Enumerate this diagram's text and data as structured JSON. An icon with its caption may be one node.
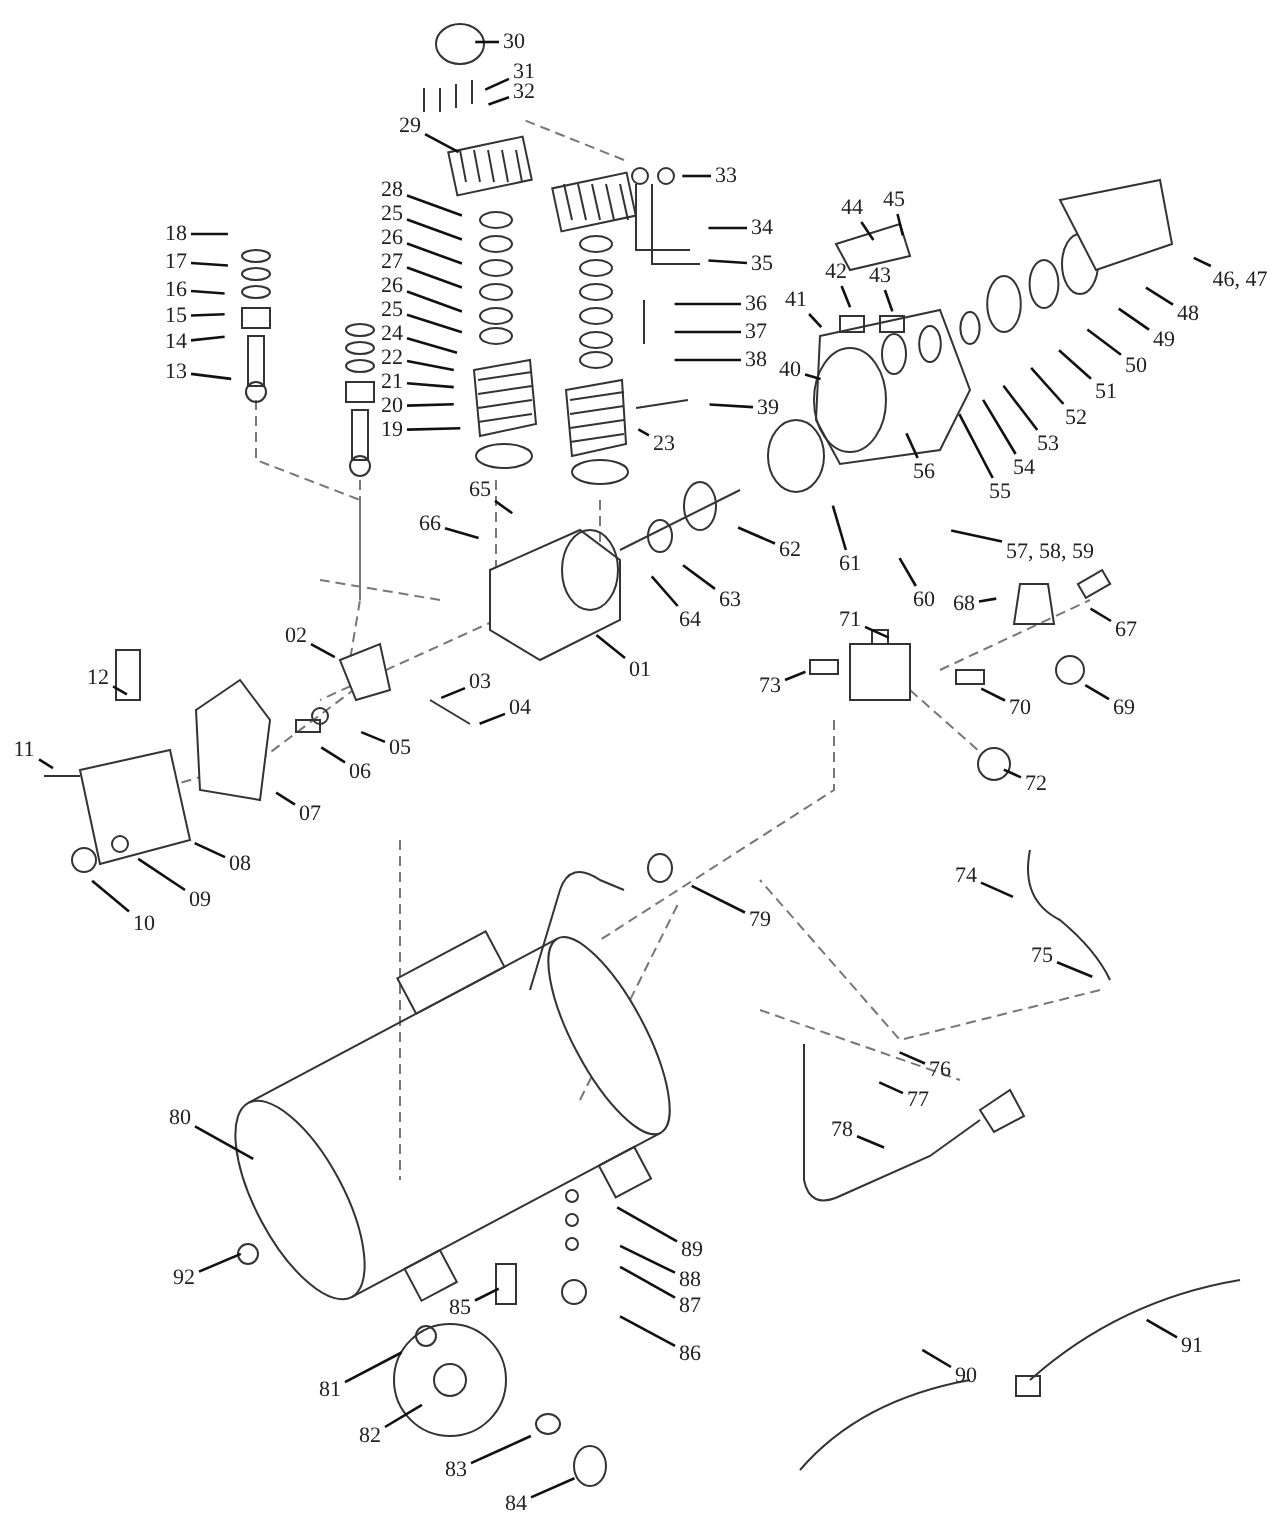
{
  "diagram": {
    "nodes": [
      {
        "text": [
          "30"
        ]
      },
      {
        "text": [
          "31"
        ]
      },
      {
        "text": [
          "32"
        ]
      },
      {
        "text": [
          "29"
        ]
      },
      {
        "text": [
          "33"
        ]
      },
      {
        "text": [
          "34"
        ]
      },
      {
        "text": [
          "35"
        ]
      },
      {
        "text": [
          "28"
        ]
      },
      {
        "text": [
          "25"
        ]
      },
      {
        "text": [
          "26"
        ]
      },
      {
        "text": [
          "27"
        ]
      },
      {
        "text": [
          "26"
        ]
      },
      {
        "text": [
          "25"
        ]
      },
      {
        "text": [
          "24"
        ]
      },
      {
        "text": [
          "22"
        ]
      },
      {
        "text": [
          "21"
        ]
      },
      {
        "text": [
          "20"
        ]
      },
      {
        "text": [
          "19"
        ]
      },
      {
        "text": [
          "23"
        ]
      },
      {
        "text": [
          "36"
        ]
      },
      {
        "text": [
          "37"
        ]
      },
      {
        "text": [
          "38"
        ]
      },
      {
        "text": [
          "39"
        ]
      },
      {
        "text": [
          "18"
        ]
      },
      {
        "text": [
          "17"
        ]
      },
      {
        "text": [
          "16"
        ]
      },
      {
        "text": [
          "15"
        ]
      },
      {
        "text": [
          "14"
        ]
      },
      {
        "text": [
          "13"
        ]
      },
      {
        "text": [
          "65"
        ]
      },
      {
        "text": [
          "66"
        ]
      },
      {
        "text": [
          "41"
        ]
      },
      {
        "text": [
          "40"
        ]
      },
      {
        "text": [
          "42"
        ]
      },
      {
        "text": [
          "43"
        ]
      },
      {
        "text": [
          "44"
        ]
      },
      {
        "text": [
          "45"
        ]
      },
      {
        "text": [
          "46, 47"
        ]
      },
      {
        "text": [
          "48"
        ]
      },
      {
        "text": [
          "49"
        ]
      },
      {
        "text": [
          "50"
        ]
      },
      {
        "text": [
          "51"
        ]
      },
      {
        "text": [
          "52"
        ]
      },
      {
        "text": [
          "53"
        ]
      },
      {
        "text": [
          "54"
        ]
      },
      {
        "text": [
          "55"
        ]
      },
      {
        "text": [
          "56"
        ]
      },
      {
        "text": [
          "57, 58, 59"
        ]
      },
      {
        "text": [
          "60"
        ]
      },
      {
        "text": [
          "61"
        ]
      },
      {
        "text": [
          "62"
        ]
      },
      {
        "text": [
          "63"
        ]
      },
      {
        "text": [
          "64"
        ]
      },
      {
        "text": [
          "01"
        ]
      },
      {
        "text": [
          "02"
        ]
      },
      {
        "text": [
          "03"
        ]
      },
      {
        "text": [
          "04"
        ]
      },
      {
        "text": [
          "05"
        ]
      },
      {
        "text": [
          "06"
        ]
      },
      {
        "text": [
          "07"
        ]
      },
      {
        "text": [
          "08"
        ]
      },
      {
        "text": [
          "09"
        ]
      },
      {
        "text": [
          "10"
        ]
      },
      {
        "text": [
          "11"
        ]
      },
      {
        "text": [
          "12"
        ]
      },
      {
        "text": [
          "68"
        ]
      },
      {
        "text": [
          "67"
        ]
      },
      {
        "text": [
          "69"
        ]
      },
      {
        "text": [
          "71"
        ]
      },
      {
        "text": [
          "70"
        ]
      },
      {
        "text": [
          "73"
        ]
      },
      {
        "text": [
          "72"
        ]
      },
      {
        "text": [
          "79"
        ]
      },
      {
        "text": [
          "74"
        ]
      },
      {
        "text": [
          "75"
        ]
      },
      {
        "text": [
          "76"
        ]
      },
      {
        "text": [
          "77"
        ]
      },
      {
        "text": [
          "78"
        ]
      },
      {
        "text": [
          "80"
        ]
      },
      {
        "text": [
          "92"
        ]
      },
      {
        "text": [
          "85"
        ]
      },
      {
        "text": [
          "89"
        ]
      },
      {
        "text": [
          "88"
        ]
      },
      {
        "text": [
          "87"
        ]
      },
      {
        "text": [
          "86"
        ]
      },
      {
        "text": [
          "81"
        ]
      },
      {
        "text": [
          "82"
        ]
      },
      {
        "text": [
          "83"
        ]
      },
      {
        "text": [
          "84"
        ]
      },
      {
        "text": [
          "90"
        ]
      },
      {
        "text": [
          "91"
        ]
      }
    ],
    "edges": [
      {
        "from": 0,
        "to": null,
        "arrow": "none"
      },
      {
        "from": 1,
        "to": null,
        "arrow": "none"
      },
      {
        "from": 2,
        "to": null,
        "arrow": "none"
      },
      {
        "from": 3,
        "to": null,
        "arrow": "none"
      },
      {
        "from": 4,
        "to": null,
        "arrow": "none"
      },
      {
        "from": 5,
        "to": null,
        "arrow": "none"
      },
      {
        "from": 6,
        "to": null,
        "arrow": "none"
      },
      {
        "from": 7,
        "to": null,
        "arrow": "none"
      },
      {
        "from": 8,
        "to": null,
        "arrow": "none"
      },
      {
        "from": 9,
        "to": null,
        "arrow": "none"
      },
      {
        "from": 10,
        "to": null,
        "arrow": "none"
      },
      {
        "from": 11,
        "to": null,
        "arrow": "none"
      },
      {
        "from": 12,
        "to": null,
        "arrow": "none"
      },
      {
        "from": 13,
        "to": null,
        "arrow": "none"
      },
      {
        "from": 14,
        "to": null,
        "arrow": "none"
      },
      {
        "from": 15,
        "to": null,
        "arrow": "none"
      },
      {
        "from": 16,
        "to": null,
        "arrow": "none"
      },
      {
        "from": 17,
        "to": null,
        "arrow": "none"
      },
      {
        "from": 18,
        "to": null,
        "arrow": "none"
      },
      {
        "from": 19,
        "to": null,
        "arrow": "none"
      },
      {
        "from": 20,
        "to": null,
        "arrow": "none"
      },
      {
        "from": 21,
        "to": null,
        "arrow": "none"
      },
      {
        "from": 22,
        "to": null,
        "arrow": "none"
      },
      {
        "from": 23,
        "to": null,
        "arrow": "none"
      },
      {
        "from": 24,
        "to": null,
        "arrow": "none"
      },
      {
        "from": 25,
        "to": null,
        "arrow": "none"
      },
      {
        "from": 26,
        "to": null,
        "arrow": "none"
      },
      {
        "from": 27,
        "to": null,
        "arrow": "none"
      },
      {
        "from": 28,
        "to": null,
        "arrow": "none"
      },
      {
        "from": 29,
        "to": null,
        "arrow": "none"
      },
      {
        "from": 30,
        "to": null,
        "arrow": "none"
      },
      {
        "from": 31,
        "to": null,
        "arrow": "none"
      },
      {
        "from": 32,
        "to": null,
        "arrow": "none"
      },
      {
        "from": 33,
        "to": null,
        "arrow": "none"
      },
      {
        "from": 34,
        "to": null,
        "arrow": "none"
      },
      {
        "from": 35,
        "to": null,
        "arrow": "none"
      },
      {
        "from": 36,
        "to": null,
        "arrow": "none"
      },
      {
        "from": 37,
        "to": null,
        "arrow": "none"
      },
      {
        "from": 38,
        "to": null,
        "arrow": "none"
      },
      {
        "from": 39,
        "to": null,
        "arrow": "none"
      },
      {
        "from": 40,
        "to": null,
        "arrow": "none"
      },
      {
        "from": 41,
        "to": null,
        "arrow": "none"
      },
      {
        "from": 42,
        "to": null,
        "arrow": "none"
      },
      {
        "from": 43,
        "to": null,
        "arrow": "none"
      },
      {
        "from": 44,
        "to": null,
        "arrow": "none"
      },
      {
        "from": 45,
        "to": null,
        "arrow": "none"
      },
      {
        "from": 46,
        "to": null,
        "arrow": "none"
      },
      {
        "from": 47,
        "to": null,
        "arrow": "none"
      },
      {
        "from": 48,
        "to": null,
        "arrow": "none"
      },
      {
        "from": 49,
        "to": null,
        "arrow": "none"
      },
      {
        "from": 50,
        "to": null,
        "arrow": "none"
      },
      {
        "from": 51,
        "to": null,
        "arrow": "none"
      },
      {
        "from": 52,
        "to": null,
        "arrow": "none"
      },
      {
        "from": 53,
        "to": null,
        "arrow": "none"
      },
      {
        "from": 54,
        "to": null,
        "arrow": "none"
      },
      {
        "from": 55,
        "to": null,
        "arrow": "none"
      },
      {
        "from": 56,
        "to": null,
        "arrow": "none"
      },
      {
        "from": 57,
        "to": null,
        "arrow": "none"
      },
      {
        "from": 58,
        "to": null,
        "arrow": "none"
      },
      {
        "from": 59,
        "to": null,
        "arrow": "none"
      },
      {
        "from": 60,
        "to": null,
        "arrow": "none"
      },
      {
        "from": 61,
        "to": null,
        "arrow": "none"
      },
      {
        "from": 62,
        "to": null,
        "arrow": "none"
      },
      {
        "from": 63,
        "to": null,
        "arrow": "none"
      },
      {
        "from": 64,
        "to": null,
        "arrow": "none"
      },
      {
        "from": 65,
        "to": null,
        "arrow": "none"
      },
      {
        "from": 66,
        "to": null,
        "arrow": "none"
      },
      {
        "from": 67,
        "to": null,
        "arrow": "none"
      },
      {
        "from": 68,
        "to": null,
        "arrow": "none"
      },
      {
        "from": 69,
        "to": null,
        "arrow": "none"
      },
      {
        "from": 70,
        "to": null,
        "arrow": "none"
      },
      {
        "from": 71,
        "to": null,
        "arrow": "none"
      },
      {
        "from": 72,
        "to": null,
        "arrow": "none"
      },
      {
        "from": 73,
        "to": null,
        "arrow": "none"
      },
      {
        "from": 74,
        "to": null,
        "arrow": "none"
      },
      {
        "from": 75,
        "to": null,
        "arrow": "none"
      },
      {
        "from": 76,
        "to": null,
        "arrow": "none"
      },
      {
        "from": 77,
        "to": null,
        "arrow": "none"
      },
      {
        "from": 78,
        "to": null,
        "arrow": "none"
      },
      {
        "from": 79,
        "to": null,
        "arrow": "none"
      },
      {
        "from": 80,
        "to": null,
        "arrow": "none"
      },
      {
        "from": 81,
        "to": null,
        "arrow": "none"
      },
      {
        "from": 82,
        "to": null,
        "arrow": "none"
      },
      {
        "from": 83,
        "to": null,
        "arrow": "none"
      },
      {
        "from": 84,
        "to": null,
        "arrow": "none"
      },
      {
        "from": 85,
        "to": null,
        "arrow": "none"
      },
      {
        "from": 86,
        "to": null,
        "arrow": "none"
      },
      {
        "from": 87,
        "to": null,
        "arrow": "none"
      },
      {
        "from": 88,
        "to": null,
        "arrow": "none"
      },
      {
        "from": 89,
        "to": null,
        "arrow": "none"
      },
      {
        "from": 90,
        "to": null,
        "arrow": "none"
      }
    ]
  }
}
